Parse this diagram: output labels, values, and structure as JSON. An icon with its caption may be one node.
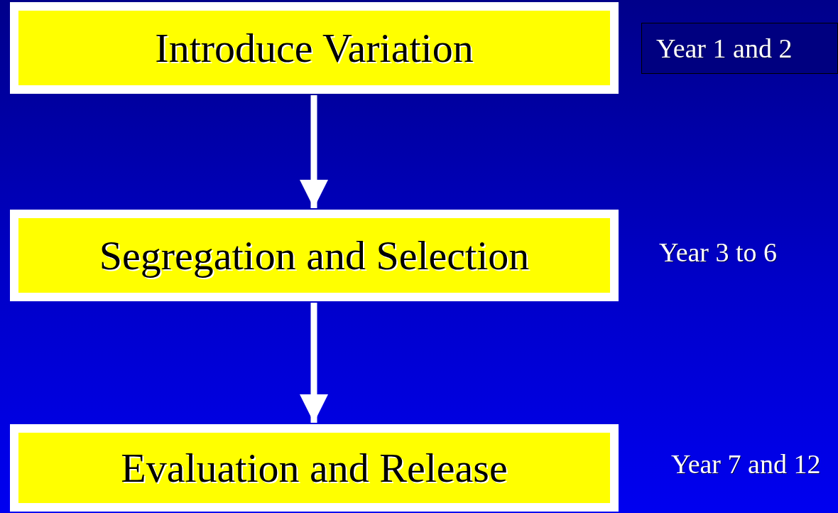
{
  "diagram": {
    "nodes": [
      {
        "text": [
          "Introduce Variation"
        ],
        "beside": [
          "Year 1 and 2"
        ]
      },
      {
        "text": [
          "Segregation and Selection"
        ],
        "beside": [
          "Year 3 to 6"
        ]
      },
      {
        "text": [
          "Evaluation and Release"
        ],
        "beside": [
          "Year 7 and 12"
        ]
      }
    ],
    "edges": [
      {
        "from": 0,
        "to": 1,
        "arrow": "to"
      },
      {
        "from": 1,
        "to": 2,
        "arrow": "to"
      }
    ]
  }
}
